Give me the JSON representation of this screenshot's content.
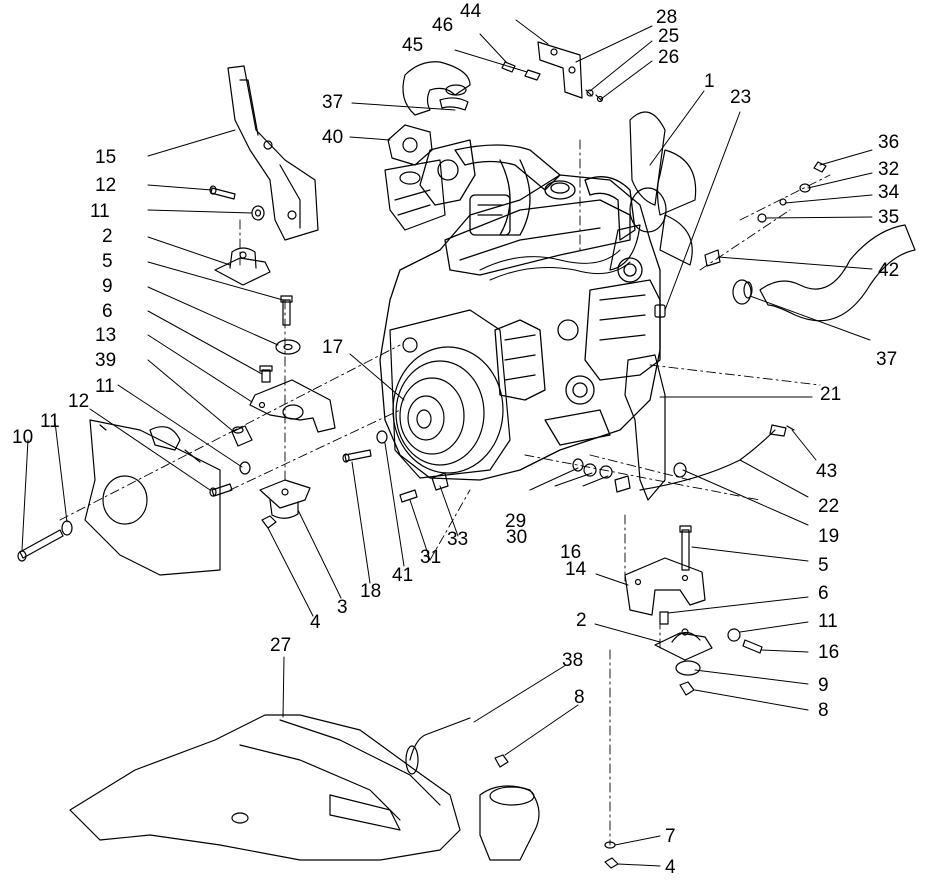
{
  "callouts": [
    {
      "id": "1",
      "text": "1"
    },
    {
      "id": "2a",
      "text": "2"
    },
    {
      "id": "2b",
      "text": "2"
    },
    {
      "id": "3",
      "text": "3"
    },
    {
      "id": "4a",
      "text": "4"
    },
    {
      "id": "4b",
      "text": "4"
    },
    {
      "id": "5a",
      "text": "5"
    },
    {
      "id": "5b",
      "text": "5"
    },
    {
      "id": "6a",
      "text": "6"
    },
    {
      "id": "6b",
      "text": "6"
    },
    {
      "id": "7",
      "text": "7"
    },
    {
      "id": "8a",
      "text": "8"
    },
    {
      "id": "8b",
      "text": "8"
    },
    {
      "id": "9a",
      "text": "9"
    },
    {
      "id": "9b",
      "text": "9"
    },
    {
      "id": "10",
      "text": "10"
    },
    {
      "id": "11a",
      "text": "11"
    },
    {
      "id": "11b",
      "text": "11"
    },
    {
      "id": "11c",
      "text": "11"
    },
    {
      "id": "11d",
      "text": "11"
    },
    {
      "id": "12a",
      "text": "12"
    },
    {
      "id": "12b",
      "text": "12"
    },
    {
      "id": "13",
      "text": "13"
    },
    {
      "id": "14",
      "text": "14"
    },
    {
      "id": "15",
      "text": "15"
    },
    {
      "id": "16a",
      "text": "16"
    },
    {
      "id": "16b",
      "text": "16"
    },
    {
      "id": "17",
      "text": "17"
    },
    {
      "id": "18",
      "text": "18"
    },
    {
      "id": "19",
      "text": "19"
    },
    {
      "id": "21",
      "text": "21"
    },
    {
      "id": "22",
      "text": "22"
    },
    {
      "id": "23",
      "text": "23"
    },
    {
      "id": "25",
      "text": "25"
    },
    {
      "id": "26",
      "text": "26"
    },
    {
      "id": "27",
      "text": "27"
    },
    {
      "id": "28",
      "text": "28"
    },
    {
      "id": "29",
      "text": "29"
    },
    {
      "id": "30",
      "text": "30"
    },
    {
      "id": "31",
      "text": "31"
    },
    {
      "id": "32",
      "text": "32"
    },
    {
      "id": "33",
      "text": "33"
    },
    {
      "id": "34",
      "text": "34"
    },
    {
      "id": "35",
      "text": "35"
    },
    {
      "id": "36",
      "text": "36"
    },
    {
      "id": "37a",
      "text": "37"
    },
    {
      "id": "37b",
      "text": "37"
    },
    {
      "id": "38",
      "text": "38"
    },
    {
      "id": "39",
      "text": "39"
    },
    {
      "id": "40",
      "text": "40"
    },
    {
      "id": "41",
      "text": "41"
    },
    {
      "id": "42",
      "text": "42"
    },
    {
      "id": "43",
      "text": "43"
    },
    {
      "id": "44",
      "text": "44"
    },
    {
      "id": "45",
      "text": "45"
    },
    {
      "id": "46",
      "text": "46"
    }
  ]
}
